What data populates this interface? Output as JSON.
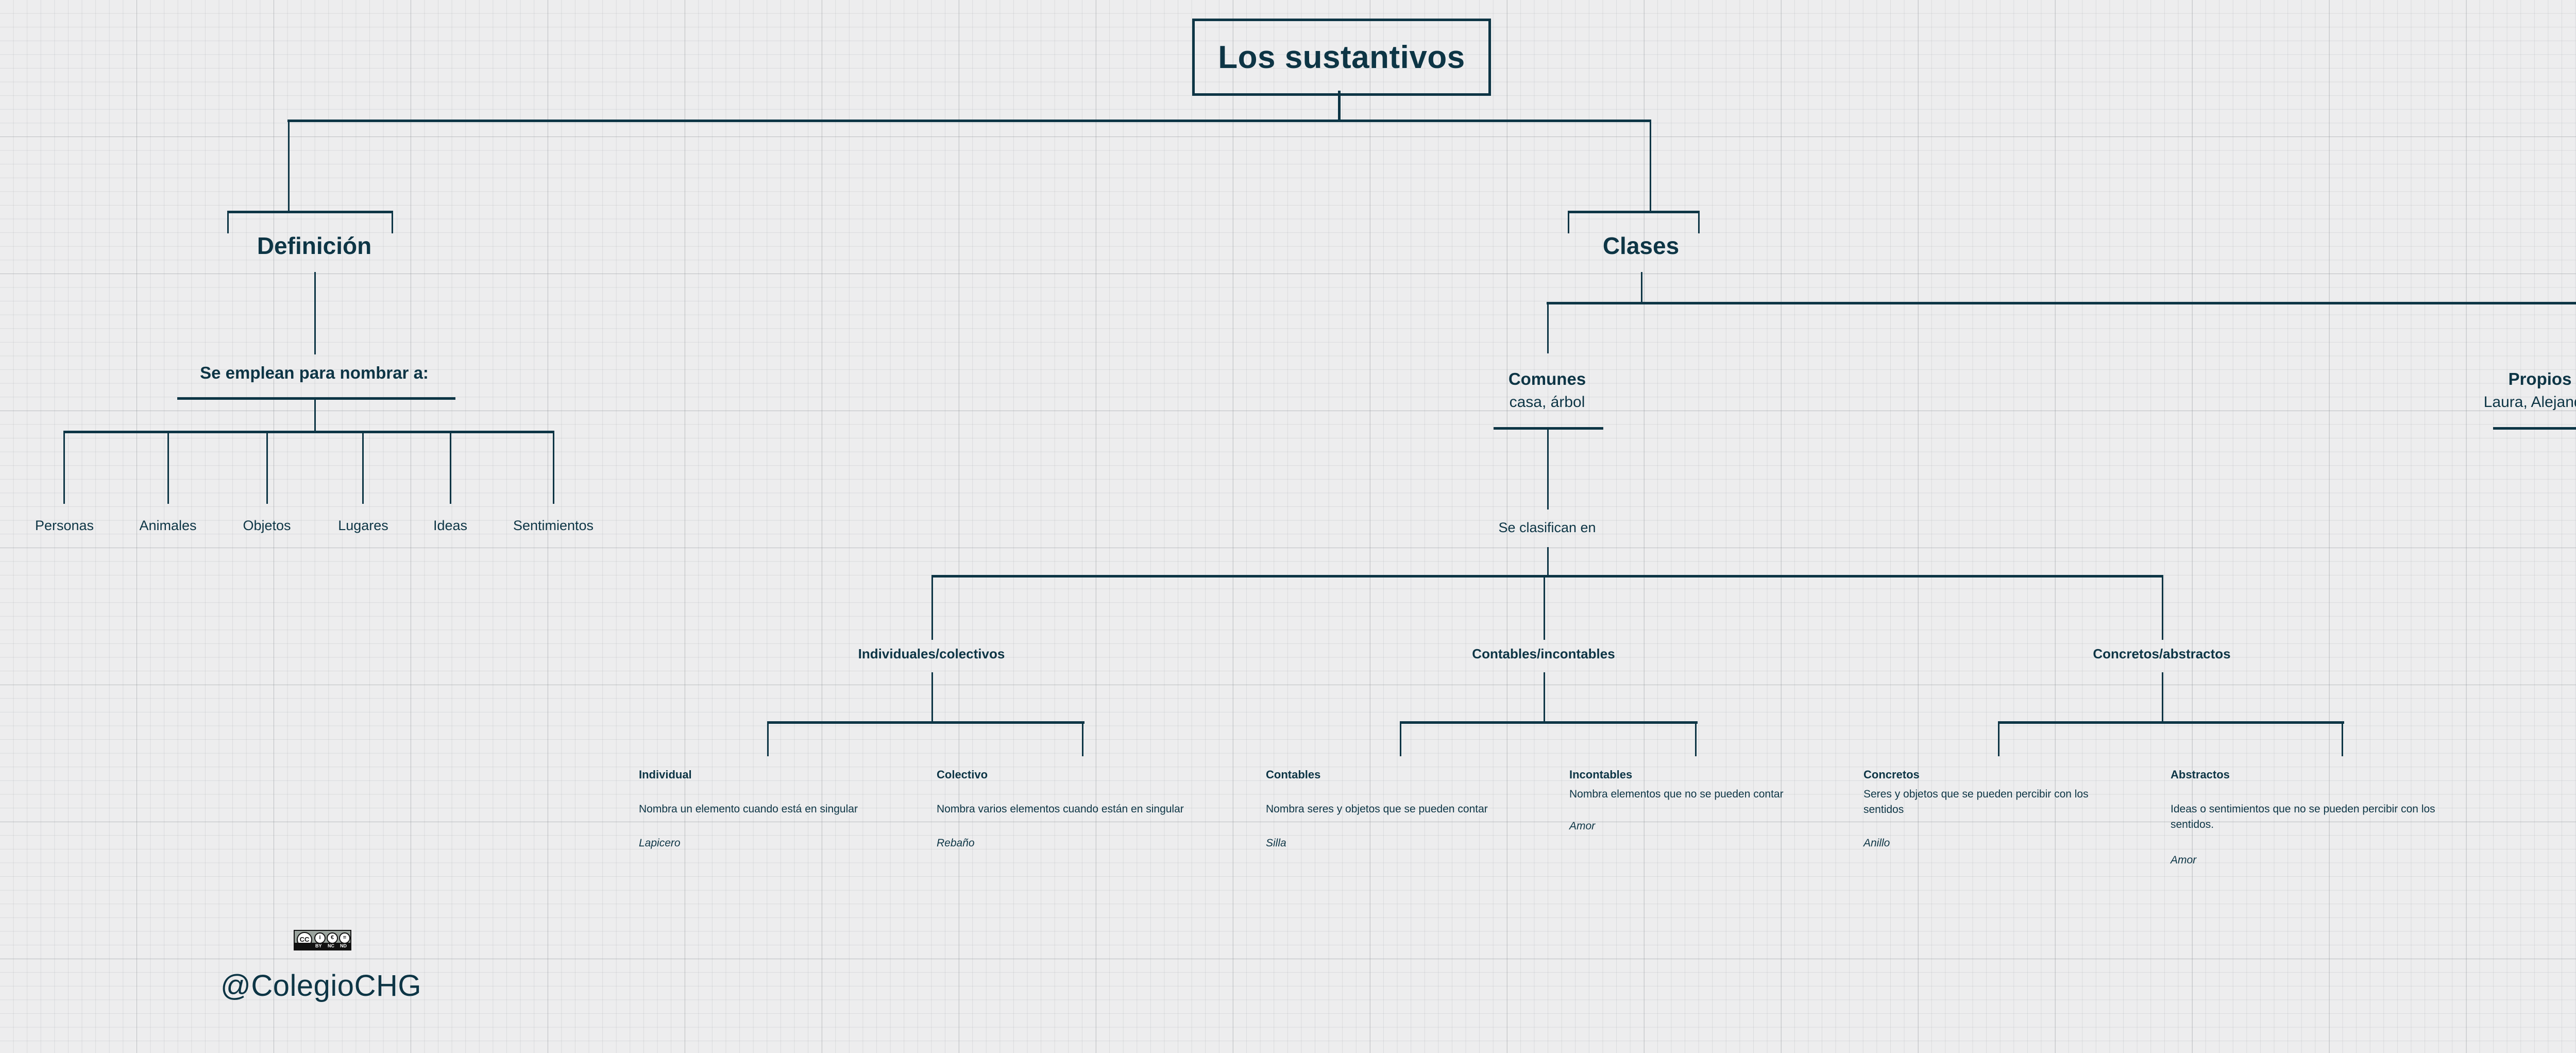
{
  "diagram": {
    "title": "Los sustantivos",
    "branches": {
      "definicion": {
        "label": "Definición",
        "subtitle": "Se emplean para nombrar a:",
        "items": [
          "Personas",
          "Animales",
          "Objetos",
          "Lugares",
          "Ideas",
          "Sentimientos"
        ]
      },
      "clases": {
        "label": "Clases",
        "children": [
          {
            "name": "Comunes",
            "examples": "casa, árbol"
          },
          {
            "name": "Propios",
            "examples": "Laura, Alejandro"
          }
        ],
        "connector_label": "Se clasifican en",
        "groups": [
          {
            "label": "Individuales/colectivos",
            "entries": [
              {
                "title": "Individual",
                "description": "Nombra un elemento cuando está en singular",
                "example": "Lapicero"
              },
              {
                "title": "Colectivo",
                "description": "Nombra varios elementos cuando están en singular",
                "example": "Rebaño"
              }
            ]
          },
          {
            "label": "Contables/incontables",
            "entries": [
              {
                "title": "Contables",
                "description": "Nombra seres y objetos que se pueden contar",
                "example": "Silla"
              },
              {
                "title": "Incontables",
                "description": "Nombra elementos que no se pueden contar",
                "example": "Amor"
              }
            ]
          },
          {
            "label": "Concretos/abstractos",
            "entries": [
              {
                "title": "Concretos",
                "description": "Seres y objetos que se pueden percibir con los sentidos",
                "example": "Anillo"
              },
              {
                "title": "Abstractos",
                "description": "Ideas o sentimientos que no se pueden percibir con los sentidos.",
                "example": "Amor"
              }
            ]
          }
        ]
      }
    }
  },
  "footer": {
    "license": {
      "cc": "CC",
      "by_glyph": "i",
      "nc_glyph": "€",
      "nd_glyph": "=",
      "by_label": "BY",
      "nc_label": "NC",
      "nd_label": "ND"
    },
    "handle": "@ColegioCHG"
  },
  "colors": {
    "ink": "#0d3545",
    "background": "#ededee",
    "grid": "#c9cccd"
  }
}
